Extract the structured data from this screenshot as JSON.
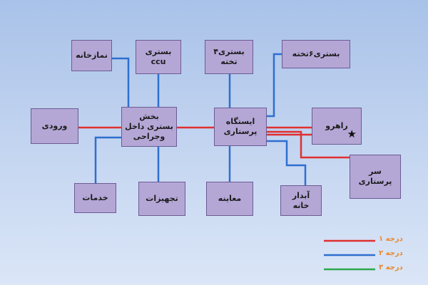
{
  "nodes": {
    "namazkhaneh": "نمازخانه",
    "ccu": "بستری\nccu",
    "bastari4": "بستری۴\nتخته",
    "bastari6": "بستری۶تخته",
    "vorudi": "ورودی",
    "bakhsh": "بخش\nبستری داخل\nوجراحی",
    "istgah": "ایستگاه\nپرستاری",
    "rahro": "راهرو",
    "sarparastari": "سر\nپرستاری",
    "khadamat": "خدمات",
    "tajhizat": "تجهیزات",
    "moayene": "معاینه",
    "abdarkhaneh": "آبدار\nخانه"
  },
  "legend": {
    "items": [
      {
        "label": "درجه ۱",
        "color": "#e03030"
      },
      {
        "label": "درجه ۲",
        "color": "#2e6fd0"
      },
      {
        "label": "درجه ۳",
        "color": "#2fa84f"
      }
    ]
  },
  "colors": {
    "primary_link": "#e03030",
    "secondary_link": "#2e6fd0",
    "tertiary_link": "#2fa84f",
    "node_fill": "#b4a7d6",
    "node_border": "#6c5b95"
  },
  "icons": {
    "rahro_marker": "star-icon"
  }
}
